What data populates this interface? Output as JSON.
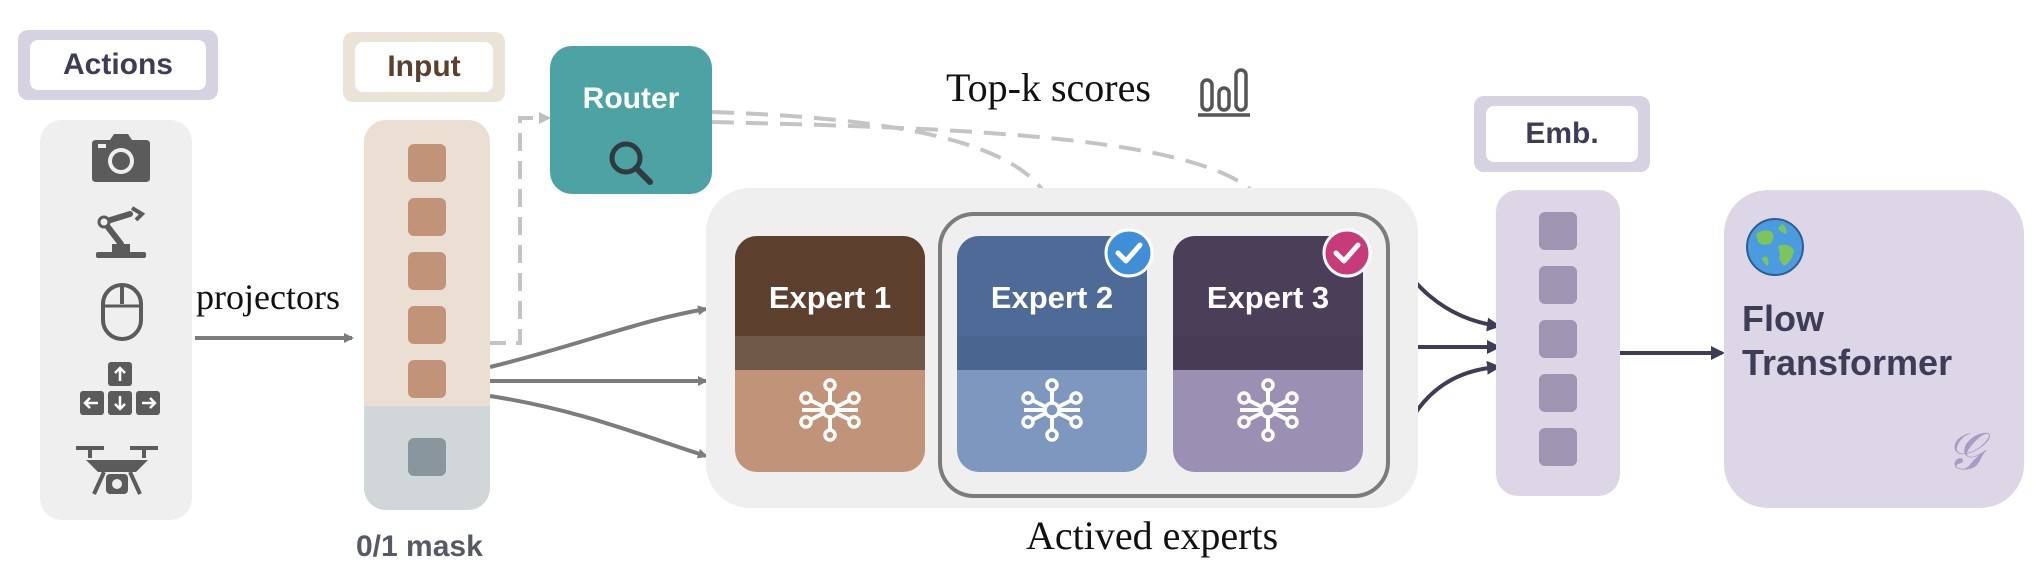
{
  "actions": {
    "label": "Actions",
    "icons": [
      "camera-icon",
      "robot-arm-icon",
      "mouse-icon",
      "arrow-keys-icon",
      "drone-icon"
    ]
  },
  "input": {
    "label": "Input",
    "mask_label": "0/1 mask"
  },
  "projectors_label": "projectors",
  "router": {
    "label": "Router",
    "icon": "search-icon"
  },
  "topk": {
    "label": "Top-k scores",
    "icon": "bar-chart-icon"
  },
  "experts": [
    {
      "label": "Expert 1",
      "selected": false,
      "top_color": "#5c402d",
      "bottom_color": "#c19378"
    },
    {
      "label": "Expert 2",
      "selected": true,
      "top_color": "#4e6a96",
      "bottom_color": "#7d97bf",
      "check_color": "#3f8fd8"
    },
    {
      "label": "Expert 3",
      "selected": true,
      "top_color": "#4a3e58",
      "bottom_color": "#9b90b3",
      "check_color": "#c93a7a"
    }
  ],
  "actived_label": "Actived experts",
  "emb": {
    "label": "Emb."
  },
  "flow": {
    "label_line1": "Flow",
    "label_line2": "Transformer",
    "globe_icon": "globe-icon",
    "logo_char": "𝒢"
  }
}
